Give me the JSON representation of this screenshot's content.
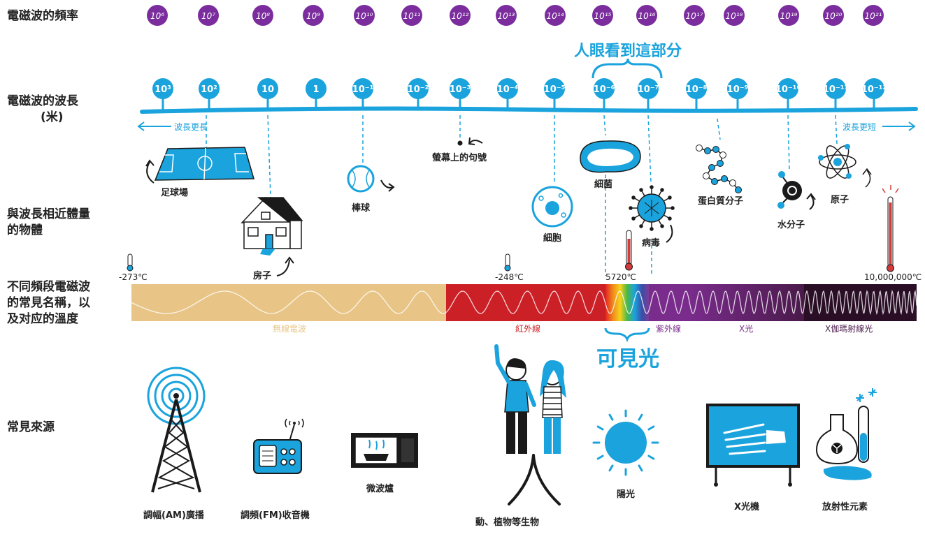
{
  "row_labels": {
    "frequency": "電磁波的頻率",
    "wavelength": [
      "電磁波的波長",
      "(米)"
    ],
    "objects": [
      "與波長相近體量",
      "的物體"
    ],
    "bands": [
      "不同頻段電磁波",
      "的常見名稱，以",
      "及对应的溫度"
    ],
    "sources": "常見來源"
  },
  "frequencies": [
    "10⁶",
    "10⁷",
    "10⁸",
    "10⁹",
    "10¹⁰",
    "10¹¹",
    "10¹²",
    "10¹³",
    "10¹⁴",
    "10¹⁵",
    "10¹⁶",
    "10¹⁷",
    "10¹⁸",
    "10¹⁹",
    "10²⁰",
    "10²¹"
  ],
  "wavelengths": [
    "10³",
    "10²",
    "10",
    "1",
    "10⁻¹",
    "10⁻²",
    "10⁻³",
    "10⁻⁴",
    "10⁻⁵",
    "10⁻⁶",
    "10⁻⁷",
    "10⁻⁸",
    "10⁻⁹",
    "10⁻¹⁰",
    "10⁻¹¹",
    "10⁻¹²"
  ],
  "arrows": {
    "longer": "波長更長",
    "shorter": "波長更短"
  },
  "visible_to_eye": "人眼看到這部分",
  "objects": [
    "足球場",
    "房子",
    "棒球",
    "螢幕上的句號",
    "細胞",
    "細菌",
    "病毒",
    "蛋白質分子",
    "水分子",
    "原子"
  ],
  "temperatures": [
    "-273℃",
    "-248℃",
    "5720℃",
    "10,000,000℃"
  ],
  "bands": [
    "無線電波",
    "紅外線",
    "紫外線",
    "X光",
    "X伽瑪射線光"
  ],
  "visible_light": "可見光",
  "sources": [
    "調幅(AM)廣播",
    "調頻(FM)收音機",
    "微波爐",
    "動、植物等生物",
    "陽光",
    "X光機",
    "放射性元素"
  ],
  "colors": {
    "accent_blue": "#1aa3dc",
    "frequency_purple": "#7b2d9e",
    "radio": "#e8c587",
    "infrared": "#cc2027",
    "ultraviolet": "#7a2c8c",
    "xray": "#4a1a4a",
    "gamma": "#2a0e26"
  }
}
